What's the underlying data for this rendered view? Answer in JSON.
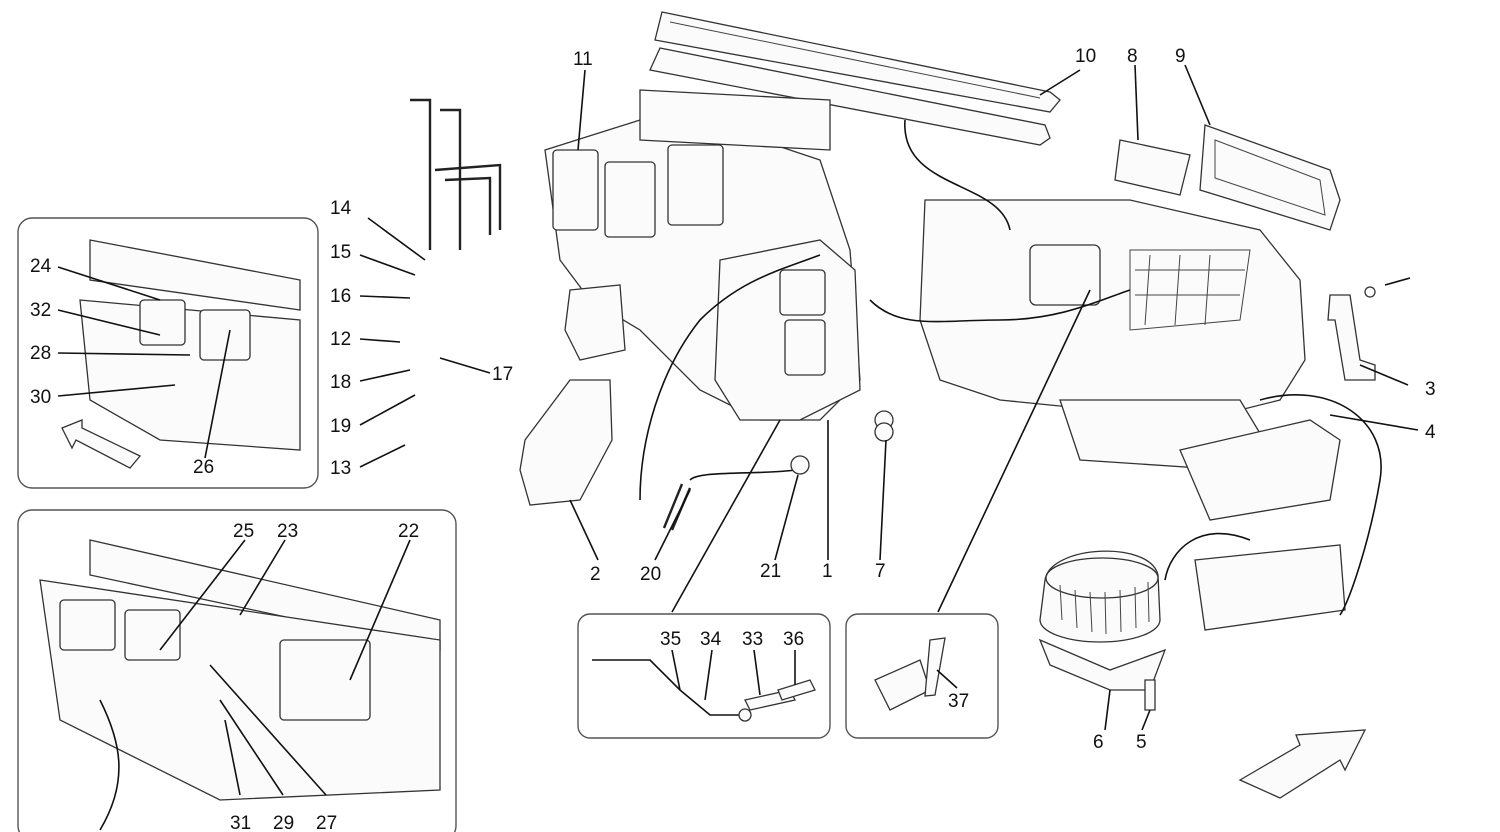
{
  "diagram": {
    "callouts_main": [
      "1",
      "2",
      "3",
      "4",
      "5",
      "6",
      "7",
      "8",
      "9",
      "10",
      "11",
      "12",
      "13",
      "14",
      "15",
      "16",
      "17",
      "18",
      "19",
      "20",
      "21"
    ],
    "inset_top_left": {
      "callouts": [
        "24",
        "32",
        "28",
        "30",
        "26"
      ]
    },
    "inset_bottom_left": {
      "callouts": [
        "25",
        "23",
        "22",
        "31",
        "29",
        "27"
      ]
    },
    "inset_center_left": {
      "callouts": [
        "35",
        "34",
        "33",
        "36"
      ]
    },
    "inset_center_right": {
      "callouts": [
        "37"
      ]
    }
  }
}
